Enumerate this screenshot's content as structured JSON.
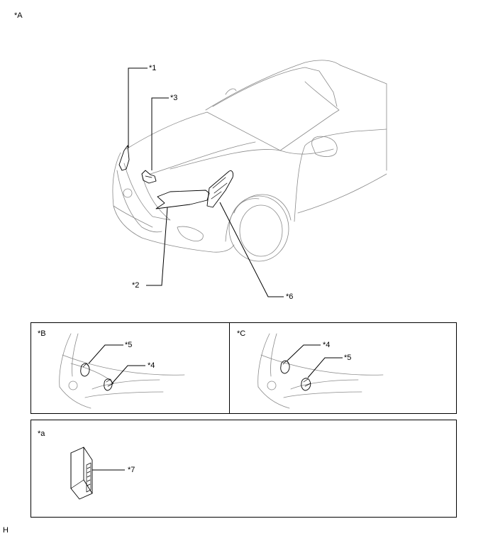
{
  "figure_labels": {
    "main_view": "*A",
    "view_b": "*B",
    "view_c": "*C",
    "view_a_lower": "*a",
    "corner_mark": "H"
  },
  "callouts": {
    "c1": "*1",
    "c2": "*2",
    "c3": "*3",
    "c4_b": "*4",
    "c5_b": "*5",
    "c4_c": "*4",
    "c5_c": "*5",
    "c6": "*6",
    "c7": "*7"
  }
}
